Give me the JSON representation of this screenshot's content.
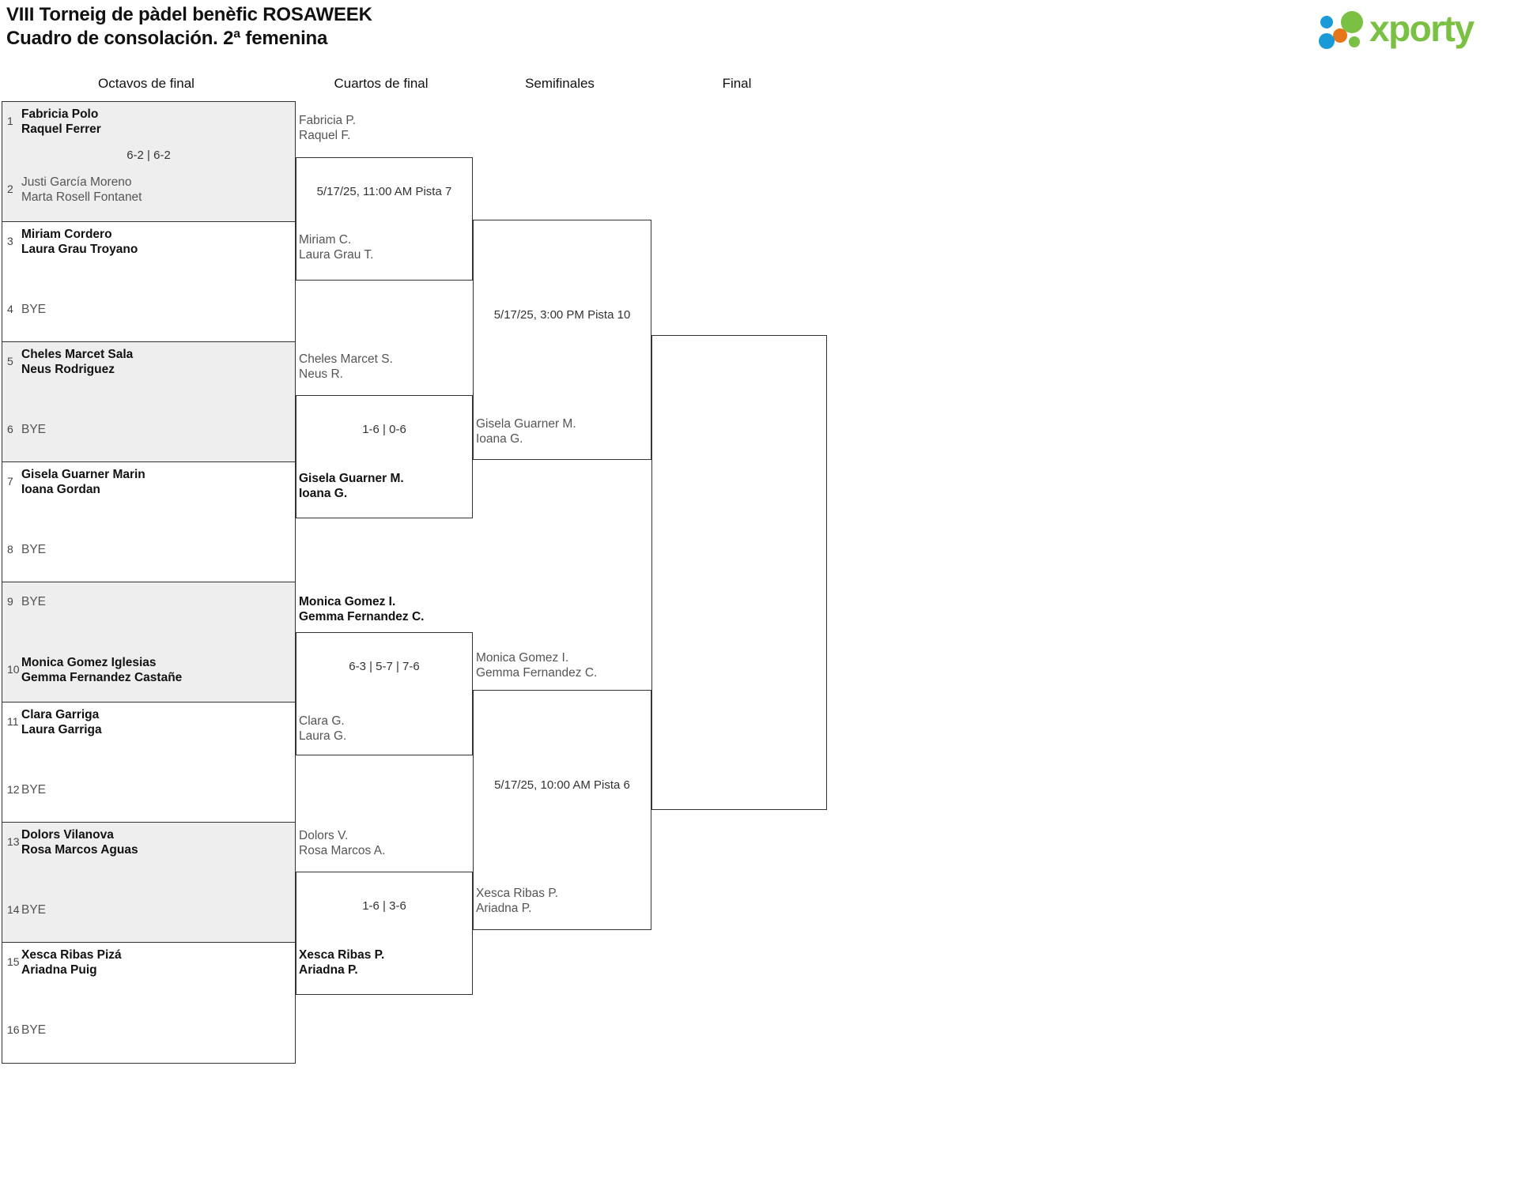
{
  "header": {
    "title_line1": "VIII Torneig de pàdel benèfic ROSAWEEK",
    "title_line2": "Cuadro de consolación. 2ª femenina",
    "logo_text": "xporty",
    "logo_colors": {
      "green": "#7ac043",
      "blue": "#1a9bd7",
      "orange": "#e8751a"
    }
  },
  "rounds": [
    {
      "label": "Octavos de final"
    },
    {
      "label": "Cuartos de final"
    },
    {
      "label": "Semifinales"
    },
    {
      "label": "Final"
    }
  ],
  "round1": {
    "matches": [
      {
        "shaded": true,
        "score": "6-2 | 6-2",
        "top": {
          "seed": "1",
          "line1": "Fabricia Polo",
          "line2": "Raquel Ferrer",
          "state": "winner",
          "bye": false
        },
        "bottom": {
          "seed": "2",
          "line1": "Justi García Moreno",
          "line2": "Marta Rosell Fontanet",
          "state": "loser",
          "bye": false
        }
      },
      {
        "shaded": false,
        "score": "",
        "top": {
          "seed": "3",
          "line1": "Miriam Cordero",
          "line2": "Laura Grau Troyano",
          "state": "winner",
          "bye": false
        },
        "bottom": {
          "seed": "4",
          "bye_label": "BYE",
          "state": "loser",
          "bye": true
        }
      },
      {
        "shaded": true,
        "score": "",
        "top": {
          "seed": "5",
          "line1": "Cheles Marcet Sala",
          "line2": "Neus Rodriguez",
          "state": "winner",
          "bye": false
        },
        "bottom": {
          "seed": "6",
          "bye_label": "BYE",
          "state": "loser",
          "bye": true
        }
      },
      {
        "shaded": false,
        "score": "",
        "top": {
          "seed": "7",
          "line1": "Gisela Guarner Marin",
          "line2": "Ioana Gordan",
          "state": "winner",
          "bye": false
        },
        "bottom": {
          "seed": "8",
          "bye_label": "BYE",
          "state": "loser",
          "bye": true
        }
      },
      {
        "shaded": true,
        "score": "",
        "top": {
          "seed": "9",
          "bye_label": "BYE",
          "state": "loser",
          "bye": true
        },
        "bottom": {
          "seed": "10",
          "line1": "Monica Gomez Iglesias",
          "line2": "Gemma Fernandez Castañe",
          "state": "winner",
          "bye": false
        }
      },
      {
        "shaded": false,
        "score": "",
        "top": {
          "seed": "11",
          "line1": "Clara Garriga",
          "line2": "Laura Garriga",
          "state": "winner",
          "bye": false
        },
        "bottom": {
          "seed": "12",
          "bye_label": "BYE",
          "state": "loser",
          "bye": true
        }
      },
      {
        "shaded": true,
        "score": "",
        "top": {
          "seed": "13",
          "line1": "Dolors Vilanova",
          "line2": "Rosa Marcos Aguas",
          "state": "winner",
          "bye": false
        },
        "bottom": {
          "seed": "14",
          "bye_label": "BYE",
          "state": "loser",
          "bye": true
        }
      },
      {
        "shaded": false,
        "score": "",
        "top": {
          "seed": "15",
          "line1": "Xesca Ribas Pizá",
          "line2": "Ariadna Puig",
          "state": "winner",
          "bye": false
        },
        "bottom": {
          "seed": "16",
          "bye_label": "BYE",
          "state": "loser",
          "bye": true
        }
      }
    ]
  },
  "round2": {
    "matches": [
      {
        "label": "5/17/25, 11:00 AM Pista 7",
        "status": "scheduled",
        "top": {
          "line1": "Fabricia P.",
          "line2": "Raquel F.",
          "state": "pending"
        },
        "bottom": {
          "line1": "Miriam C.",
          "line2": "Laura Grau T.",
          "state": "pending"
        }
      },
      {
        "label": "1-6 | 0-6",
        "status": "played",
        "top": {
          "line1": "Cheles Marcet S.",
          "line2": "Neus R.",
          "state": "loser"
        },
        "bottom": {
          "line1": "Gisela Guarner M.",
          "line2": "Ioana G.",
          "state": "winner"
        }
      },
      {
        "label": "6-3 | 5-7 | 7-6",
        "status": "played",
        "top": {
          "line1": "Monica Gomez I.",
          "line2": "Gemma Fernandez C.",
          "state": "winner"
        },
        "bottom": {
          "line1": "Clara G.",
          "line2": "Laura G.",
          "state": "loser"
        }
      },
      {
        "label": "1-6 | 3-6",
        "status": "played",
        "top": {
          "line1": "Dolors V.",
          "line2": "Rosa Marcos A.",
          "state": "loser"
        },
        "bottom": {
          "line1": "Xesca Ribas P.",
          "line2": "Ariadna P.",
          "state": "winner"
        }
      }
    ]
  },
  "round3": {
    "matches": [
      {
        "label": "5/17/25, 3:00 PM Pista 10",
        "status": "scheduled",
        "bottom": {
          "line1": "Gisela Guarner M.",
          "line2": "Ioana G.",
          "state": "pending"
        }
      },
      {
        "label": "5/17/25, 10:00 AM Pista 6",
        "status": "scheduled",
        "top": {
          "line1": "Monica Gomez I.",
          "line2": "Gemma Fernandez C.",
          "state": "pending"
        },
        "bottom": {
          "line1": "Xesca Ribas P.",
          "line2": "Ariadna P.",
          "state": "pending"
        }
      }
    ]
  },
  "round4": {
    "matches": [
      {
        "label": "",
        "status": "empty"
      }
    ]
  }
}
